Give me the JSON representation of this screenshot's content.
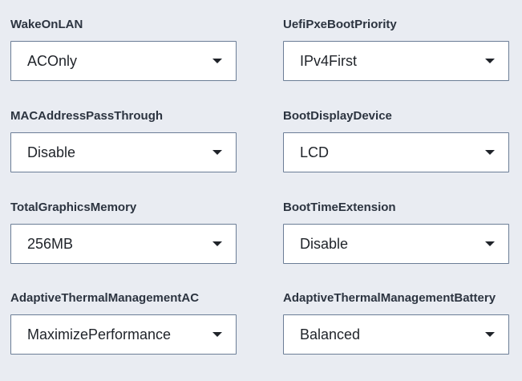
{
  "fields": [
    {
      "label": "WakeOnLAN",
      "value": "ACOnly"
    },
    {
      "label": "UefiPxeBootPriority",
      "value": "IPv4First"
    },
    {
      "label": "MACAddressPassThrough",
      "value": "Disable"
    },
    {
      "label": "BootDisplayDevice",
      "value": "LCD"
    },
    {
      "label": "TotalGraphicsMemory",
      "value": "256MB"
    },
    {
      "label": "BootTimeExtension",
      "value": "Disable"
    },
    {
      "label": "AdaptiveThermalManagementAC",
      "value": "MaximizePerformance"
    },
    {
      "label": "AdaptiveThermalManagementBattery",
      "value": "Balanced"
    }
  ],
  "icons": {
    "dropdown": "chevron-down-icon"
  },
  "colors": {
    "background": "#e9ecf2",
    "border": "#6b7d96",
    "text": "#1f2329",
    "label": "#2c3440"
  }
}
